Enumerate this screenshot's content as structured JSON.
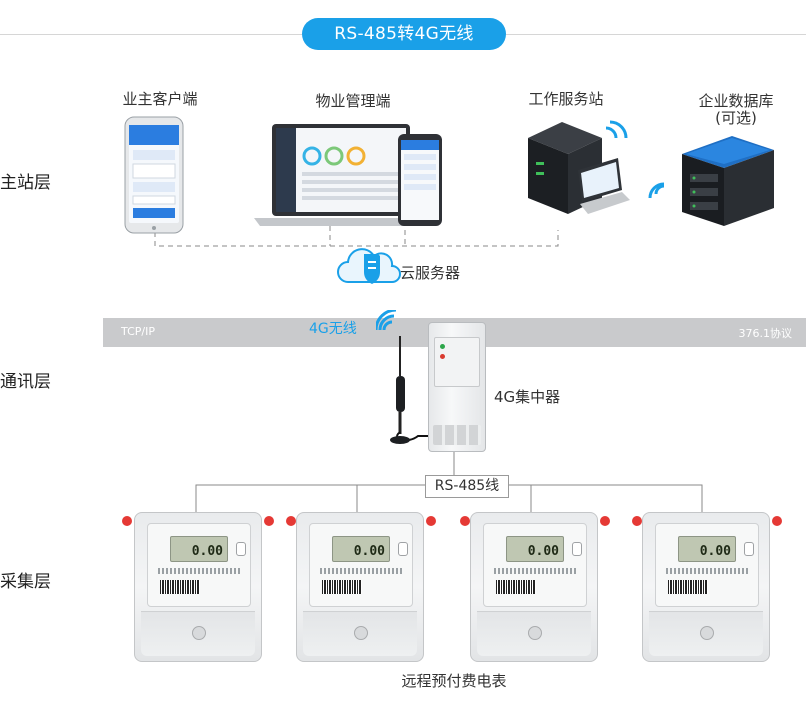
{
  "title": "RS-485转4G无线",
  "layers": {
    "master": "主站层",
    "comm": "通讯层",
    "collect": "采集层"
  },
  "master_nodes": {
    "owner_client": "业主客户端",
    "property_mgmt": "物业管理端",
    "workstation": "工作服务站",
    "enterprise_db": "企业数据库",
    "enterprise_db_note": "(可选)"
  },
  "cloud_server": "云服务器",
  "band": {
    "left": "TCP/IP",
    "right": "376.1协议"
  },
  "wireless_label": "4G无线",
  "concentrator_label": "4G集中器",
  "bus_label": "RS-485线",
  "meters": {
    "count_display": [
      "0.00",
      "0.00",
      "0.00",
      "0.00"
    ],
    "caption": "远程预付费电表"
  },
  "colors": {
    "accent": "#1aa0e8",
    "band": "#c9cacc",
    "seal": "#e53935"
  }
}
